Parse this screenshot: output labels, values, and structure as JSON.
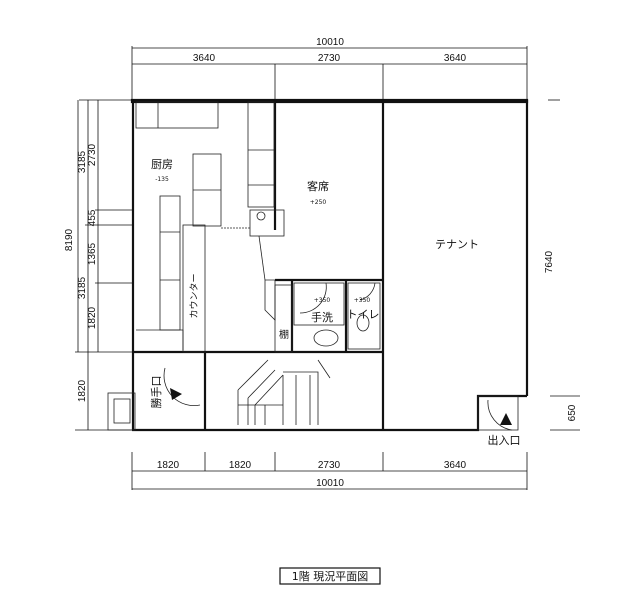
{
  "dimensions": {
    "top_total": "10010",
    "top_segments": [
      "3640",
      "2730",
      "3640"
    ],
    "bottom_segments": [
      "1820",
      "1820",
      "2730",
      "3640"
    ],
    "bottom_total": "10010",
    "left_total": "8190",
    "left_mid": [
      "3185",
      "3185",
      "1820"
    ],
    "left_inner": [
      "2730",
      "455",
      "1365",
      "1820"
    ],
    "right_total": "7640",
    "right_small": "650"
  },
  "rooms": {
    "kitchen": "厨房",
    "kitchen_level": "-135",
    "seating": "客席",
    "seating_level": "+250",
    "tenant": "テナント",
    "counter": "カウンター",
    "shelf": "棚",
    "washroom": "手洗",
    "washroom_level": "+350",
    "toilet": "トイレ",
    "toilet_level": "+350",
    "back_door": "勝手口",
    "entrance": "出入口"
  },
  "title": "1階 現況平面図"
}
